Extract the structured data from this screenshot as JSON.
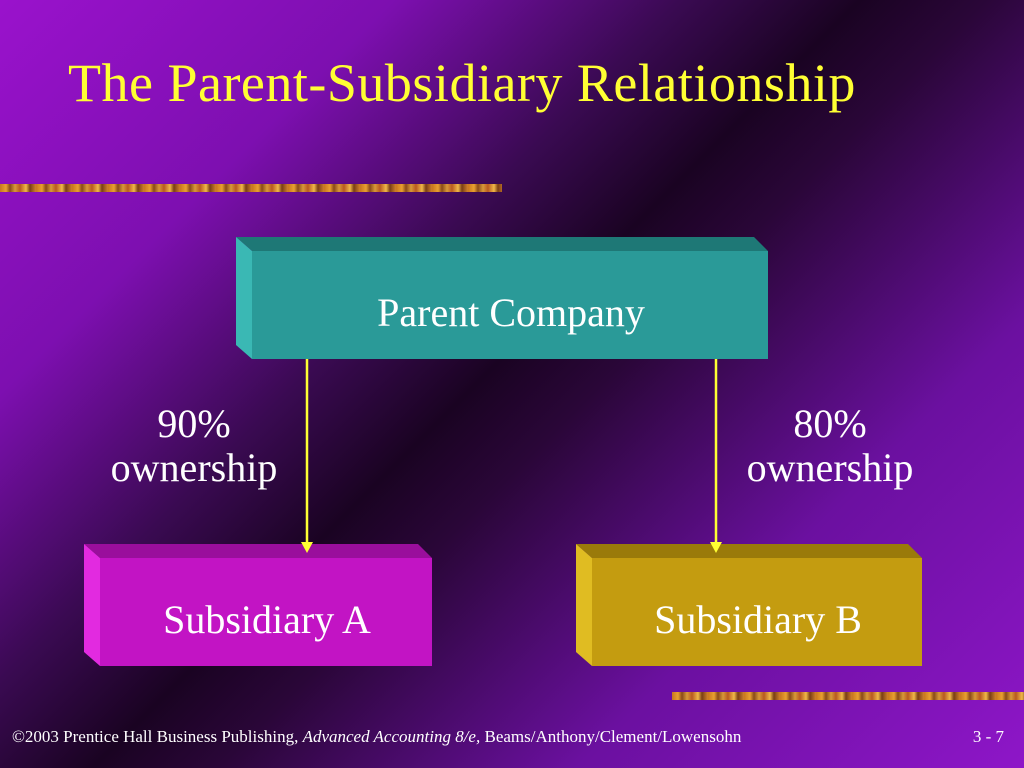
{
  "slide": {
    "title": "The Parent-Subsidiary Relationship"
  },
  "diagram": {
    "parent": {
      "label": "Parent Company",
      "colors": {
        "front": "#2a9a98",
        "top": "#1e7876",
        "side": "#3ab8b4"
      }
    },
    "subsidiary_a": {
      "label": "Subsidiary A",
      "ownership_pct": "90%",
      "ownership_word": "ownership",
      "colors": {
        "front": "#c214c4",
        "top": "#9a0e9c",
        "side": "#e22ae0"
      }
    },
    "subsidiary_b": {
      "label": "Subsidiary B",
      "ownership_pct": "80%",
      "ownership_word": "ownership",
      "colors": {
        "front": "#c49c10",
        "top": "#9a7a0a",
        "side": "#e0bc22"
      }
    },
    "arrow_color": "#ffff33"
  },
  "footer": {
    "copyright": "©2003 Prentice Hall Business Publishing,",
    "book_title": "Advanced Accounting 8/e,",
    "authors": "Beams/Anthony/Clement/Lowensohn",
    "page": "3 - 7"
  }
}
